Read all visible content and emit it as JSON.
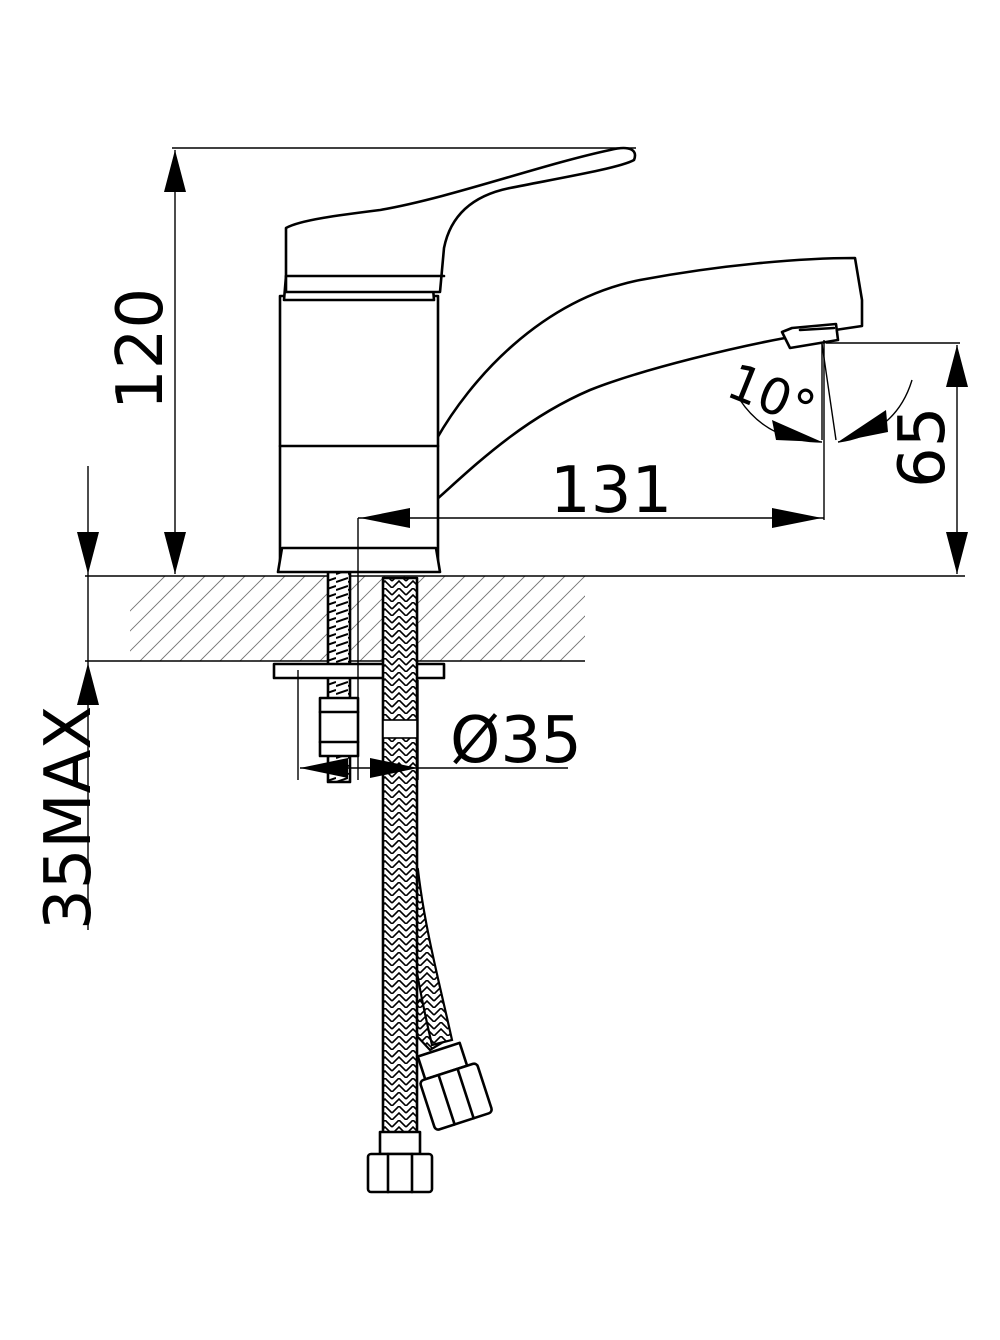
{
  "dimensions": {
    "height_total": "120",
    "reach": "131",
    "spout_height": "65",
    "spout_angle": "10°",
    "mount_diameter": "Ø35",
    "max_deck_thickness": "35MAX"
  }
}
